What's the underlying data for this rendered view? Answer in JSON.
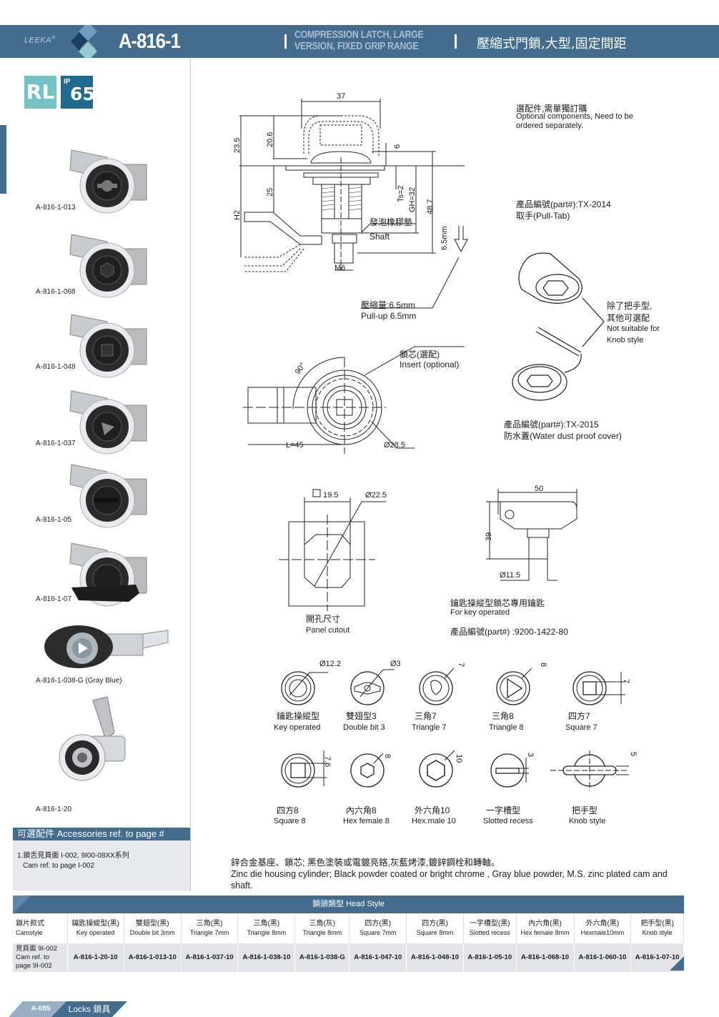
{
  "header": {
    "brand": "LEEKA",
    "brand_mark": "®",
    "model": "A-816-1",
    "title_en_line1": "COMPRESSION LATCH, LARGE",
    "title_en_line2": "VERSION, FIXED GRIP RANGE",
    "title_zh": "壓縮式門鎖,大型,固定間距"
  },
  "badges": {
    "rl": "RL",
    "ip_prefix": "IP",
    "ip_value": "65"
  },
  "products": [
    {
      "label": "A-816-1-013",
      "head": "double-bit"
    },
    {
      "label": "A-816-1-068",
      "head": "hex"
    },
    {
      "label": "A-816-1-048",
      "head": "square"
    },
    {
      "label": "A-816-1-037",
      "head": "triangle"
    },
    {
      "label": "A-816-1-05",
      "head": "slot"
    },
    {
      "label": "A-816-1-07",
      "head": "knob"
    },
    {
      "label": "A-816-1-038-G (Gray Blue)",
      "head": "gray-triangle"
    },
    {
      "label": "A-816-1-20",
      "head": "key"
    }
  ],
  "accessories": {
    "title": "可選配件 Accessories ref. to page #",
    "line1": "1.鎖舌見頁面 I-002, 9I00-08XX系列",
    "line2": "Cam ref. to page I-002"
  },
  "main_drawing": {
    "dim_37": "37",
    "dim_23_5": "23.5",
    "dim_20_6": "20.6",
    "dim_6": "6",
    "dim_25": "25",
    "dim_h2": "H2",
    "dim_ts": "Ts=2",
    "dim_gh": "GH=32",
    "dim_48_7": "48.7",
    "dim_6_5": "6.5mm",
    "foam_zh": "發泡橡膠墊",
    "shaft": "Shaft",
    "m6": "M6",
    "pullup_zh": "壓縮量:6.5mm",
    "pullup_en": "Pull-up 6.5mm"
  },
  "top_view": {
    "angle": "90°",
    "insert_zh": "鎖芯(選配)",
    "insert_en": "Insert (optional)",
    "length": "L=45",
    "diameter": "Ø28.5"
  },
  "optional": {
    "zh": "選配件,需單獨訂購",
    "en_line1": "Optional components, Need to be",
    "en_line2": "ordered separately.",
    "pulltab_part": "產品編號(part#):TX-2014",
    "pulltab_name": "取手(Pull-Tab)",
    "note_zh1": "除了把手型,",
    "note_zh2": "其他可選配",
    "note_en1": "Not suitable for",
    "note_en2": "Knob style",
    "cover_part": "產品編號(part#):TX-2015",
    "cover_name": "防水蓋(Water dust proof cover)"
  },
  "cutout": {
    "square_dim": "19.5",
    "dia": "Ø22.5",
    "zh": "開孔尺寸",
    "en": "Panel cutout"
  },
  "key": {
    "width": "50",
    "height": "39",
    "dia": "Ø11.5",
    "zh": "鑰匙操縱型鎖芯專用鑰匙",
    "en": "For key operated",
    "part": "產品編號(part#) :9200-1422-80"
  },
  "heads": [
    {
      "zh": "鑰匙操縱型",
      "en": "Key operated",
      "dim": "Ø12.2"
    },
    {
      "zh": "雙翅型3",
      "en": "Double bit 3",
      "dim": "Ø3"
    },
    {
      "zh": "三角7",
      "en": "Triangle 7",
      "dim": "7"
    },
    {
      "zh": "三角8",
      "en": "Triangle 8",
      "dim": "8"
    },
    {
      "zh": "四方7",
      "en": "Square 7",
      "dim": "7"
    },
    {
      "zh": "四方8",
      "en": "Square 8",
      "dim": "7.6"
    },
    {
      "zh": "內六角8",
      "en": "Hex female 8",
      "dim": "8"
    },
    {
      "zh": "外六角10",
      "en": "Hex.male 10",
      "dim": "10"
    },
    {
      "zh": "一字槽型",
      "en": "Slotted recess",
      "dim": "3"
    },
    {
      "zh": "把手型",
      "en": "Knob style",
      "dim": "5"
    }
  ],
  "material": {
    "zh": "鋅合金基座、鎖芯; 黑色塗裝或電鍍亮鉻,灰藍烤漆,鍍鋅鋼栓和轉軸。",
    "en": "Zinc die  housing cylinder; Black powder coated or bright chrome , Gray blue powder, M.S. zinc plated cam and shaft."
  },
  "table": {
    "title": "鎖頭類型 Head Style",
    "row_label_zh": "鎖片款式",
    "row_label_en": "Camstyle",
    "ref_zh": "見頁面 9I-002",
    "ref_en1": "Cam ref. to",
    "ref_en2": "page 9I-002",
    "columns": [
      {
        "zh": "鑰匙操縱型(黑)",
        "en": "Key operated",
        "part": "A-816-1-20-10"
      },
      {
        "zh": "雙翅型(黑)",
        "en": "Double bit 3mm",
        "part": "A-816-1-013-10"
      },
      {
        "zh": "三角(黑)",
        "en": "Triangle 7mm",
        "part": "A-816-1-037-10"
      },
      {
        "zh": "三角(黑)",
        "en": "Triangle 8mm",
        "part": "A-816-1-038-10"
      },
      {
        "zh": "三角(灰)",
        "en": "Triangle 8mm",
        "part": "A-816-1-038-G"
      },
      {
        "zh": "四方(黑)",
        "en": "Square 7mm",
        "part": "A-816-1-047-10"
      },
      {
        "zh": "四方(黑)",
        "en": "Square 8mm",
        "part": "A-816-1-048-10"
      },
      {
        "zh": "一字槽型(黑)",
        "en": "Slotted recess",
        "part": "A-816-1-05-10"
      },
      {
        "zh": "內六角(黑)",
        "en": "Hex female 8mm",
        "part": "A-816-1-068-10"
      },
      {
        "zh": "外六角(黑)",
        "en": "Hexmale10mm",
        "part": "A-816-1-060-10"
      },
      {
        "zh": "把手型(黑)",
        "en": "Knob style",
        "part": "A-816-1-07-10"
      }
    ]
  },
  "footer": {
    "page": "A-085",
    "section": "Locks 鎖具"
  },
  "colors": {
    "brand_blue": "#436c8f",
    "teal": "#74c2c5",
    "ip_blue": "#1f6a8f",
    "light_panel": "#e7e9ee"
  }
}
